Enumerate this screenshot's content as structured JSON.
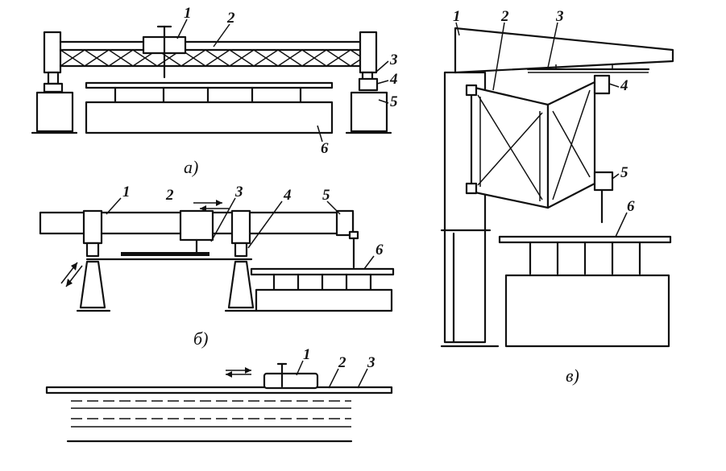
{
  "figure_a": {
    "labels": [
      "1",
      "2",
      "3",
      "4",
      "5",
      "6"
    ],
    "caption": "а)"
  },
  "figure_b": {
    "labels": [
      "1",
      "2",
      "3",
      "4",
      "5",
      "6"
    ],
    "caption": "б)"
  },
  "figure_v": {
    "labels": [
      "1",
      "2",
      "3",
      "4",
      "5",
      "6"
    ],
    "caption": "в)"
  },
  "figure_g": {
    "labels": [
      "1",
      "2",
      "3"
    ]
  }
}
